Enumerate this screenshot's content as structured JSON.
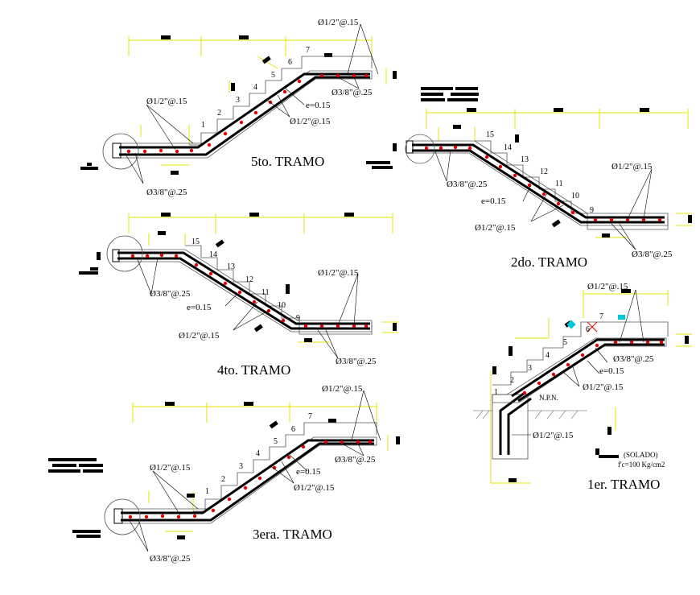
{
  "colors": {
    "dimension": "#e6e600",
    "rebar_dot": "#e00000",
    "concrete_line": "#000000",
    "marker": "#00c8d8",
    "leader": "#000000"
  },
  "flights": {
    "quinto": {
      "title": "5to. TRAMO",
      "steps": [
        "1",
        "2",
        "3",
        "4",
        "5",
        "6",
        "7"
      ],
      "labels": {
        "top_bar": "Ø1/2\"@.15",
        "mid_bar": "Ø3/8\"@.25",
        "thickness": "e=0.15",
        "low_bar": "Ø1/2\"@.15",
        "left_bar": "Ø1/2\"@.15",
        "base_bar": "Ø3/8\"@.25"
      }
    },
    "segundo": {
      "title": "2do. TRAMO",
      "steps": [
        "15",
        "14",
        "13",
        "12",
        "11",
        "10",
        "9"
      ],
      "labels": {
        "left_bar": "Ø3/8\"@.25",
        "thickness": "e=0.15",
        "low_bar": "Ø1/2\"@.15",
        "top_bar": "Ø1/2\"@.15",
        "base_bar": "Ø3/8\"@.25"
      }
    },
    "cuarto": {
      "title": "4to. TRAMO",
      "steps": [
        "15",
        "14",
        "13",
        "12",
        "11",
        "10",
        "9"
      ],
      "labels": {
        "left_bar": "Ø3/8\"@.25",
        "thickness": "e=0.15",
        "low_bar": "Ø1/2\"@.15",
        "top_bar": "Ø1/2\"@.15",
        "base_bar": "Ø3/8\"@.25"
      }
    },
    "tercero": {
      "title": "3era. TRAMO",
      "steps": [
        "1",
        "2",
        "3",
        "4",
        "5",
        "6",
        "7"
      ],
      "labels": {
        "top_bar": "Ø1/2\"@.15",
        "mid_bar": "Ø3/8\"@.25",
        "thickness": "e=0.15",
        "low_bar": "Ø1/2\"@.15",
        "left_bar": "Ø1/2\"@.15",
        "base_bar": "Ø3/8\"@.25"
      }
    },
    "primero": {
      "title": "1er. TRAMO",
      "steps": [
        "1",
        "2",
        "3",
        "4",
        "5",
        "6",
        "7"
      ],
      "labels": {
        "top_bar": "Ø1/2\"@.15",
        "mid_bar": "Ø3/8\"@.25",
        "thickness": "e=0.15",
        "low_bar": "Ø1/2\"@.15",
        "npn": "N.P.N.",
        "footing_bar": "Ø1/2\"@.15",
        "solado": "(SOLADO)",
        "fc": "f'c=100 Kg/cm2"
      }
    }
  }
}
